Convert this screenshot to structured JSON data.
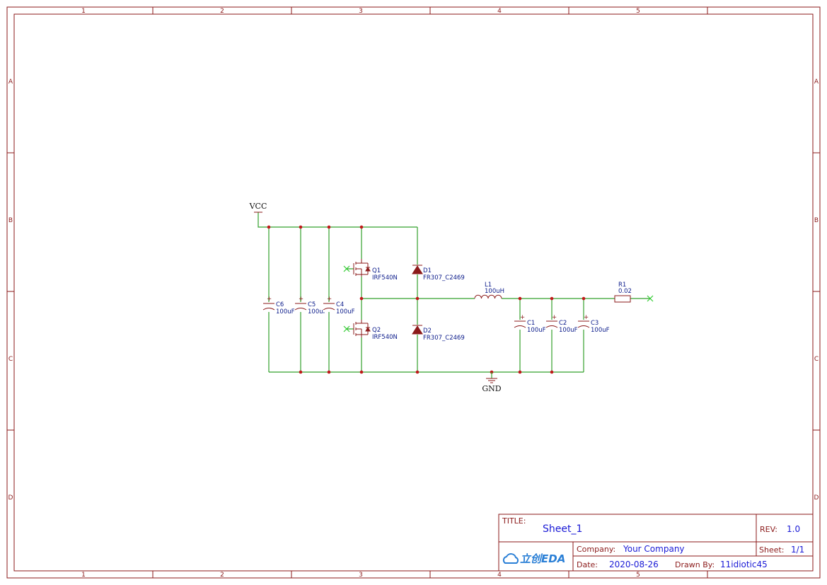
{
  "sheet": {
    "columns": [
      "1",
      "2",
      "3",
      "4",
      "5"
    ],
    "rows": [
      "A",
      "B",
      "C",
      "D"
    ]
  },
  "nets": {
    "vcc": "VCC",
    "gnd": "GND"
  },
  "components": {
    "C6": {
      "ref": "C6",
      "value": "100uF"
    },
    "C5": {
      "ref": "C5",
      "value": "100uF"
    },
    "C4": {
      "ref": "C4",
      "value": "100uF"
    },
    "Q1": {
      "ref": "Q1",
      "value": "IRF540N"
    },
    "Q2": {
      "ref": "Q2",
      "value": "IRF540N"
    },
    "D1": {
      "ref": "D1",
      "value": "FR307_C2469"
    },
    "D2": {
      "ref": "D2",
      "value": "FR307_C2469"
    },
    "L1": {
      "ref": "L1",
      "value": "100uH"
    },
    "R1": {
      "ref": "R1",
      "value": "0.02"
    },
    "C1": {
      "ref": "C1",
      "value": "100uF"
    },
    "C2": {
      "ref": "C2",
      "value": "100uF"
    },
    "C3": {
      "ref": "C3",
      "value": "100uF"
    }
  },
  "title_block": {
    "title_label": "TITLE:",
    "title": "Sheet_1",
    "rev_label": "REV:",
    "rev": "1.0",
    "company_label": "Company:",
    "company": "Your Company",
    "sheet_label": "Sheet:",
    "sheet": "1/1",
    "date_label": "Date:",
    "date": "2020-08-26",
    "drawn_label": "Drawn By:",
    "drawn_by": "11idiotic45",
    "logo_text": "立创EDA"
  },
  "colors": {
    "frame": "#8b1a1a",
    "wire": "#33a02c",
    "text_blue": "#1a1ad6",
    "junction": "#c0181a"
  }
}
